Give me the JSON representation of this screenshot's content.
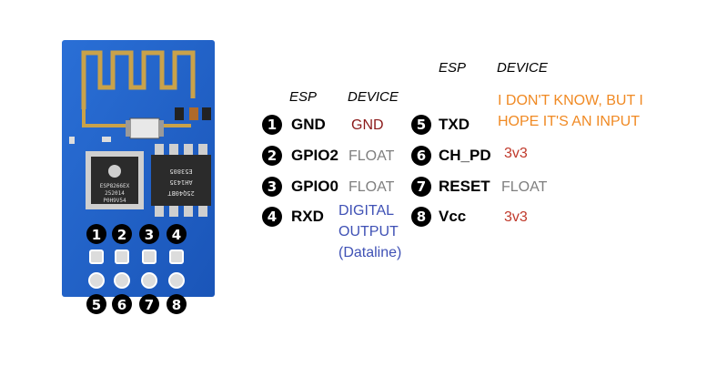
{
  "headers": {
    "left": {
      "esp": "ESP",
      "device": "DEVICE"
    },
    "right": {
      "esp": "ESP",
      "device": "DEVICE"
    }
  },
  "pins": [
    {
      "num": "1",
      "esp": "GND",
      "device": "GND"
    },
    {
      "num": "2",
      "esp": "GPIO2",
      "device": "FLOAT"
    },
    {
      "num": "3",
      "esp": "GPIO0",
      "device": "FLOAT"
    },
    {
      "num": "4",
      "esp": "RXD",
      "device_lines": [
        "DIGITAL",
        "OUTPUT",
        "(Dataline)"
      ]
    },
    {
      "num": "5",
      "esp": "TXD",
      "device_lines": [
        "I DON'T KNOW, BUT I",
        "HOPE IT'S AN INPUT"
      ]
    },
    {
      "num": "6",
      "esp": "CH_PD",
      "device": "3v3"
    },
    {
      "num": "7",
      "esp": "RESET",
      "device": "FLOAT"
    },
    {
      "num": "8",
      "esp": "Vcc",
      "device": "3v3"
    }
  ],
  "board": {
    "chip1_lines": [
      "ESP8266EX",
      "252014",
      "P0H9V54"
    ],
    "chip2_lines": [
      "25Q40BT",
      "AH1435",
      "E53805"
    ],
    "pin_labels_top": [
      "1",
      "2",
      "3",
      "4"
    ],
    "pin_labels_bottom": [
      "5",
      "6",
      "7",
      "8"
    ]
  },
  "colors": {
    "pcb": "#1d5fc4",
    "antenna": "#c9a24a",
    "float": "#7f7f7f",
    "gnd": "#8b1a1a",
    "v33": "#c0392b",
    "dataline": "#3f51b5",
    "txd_note": "#f08a24"
  }
}
